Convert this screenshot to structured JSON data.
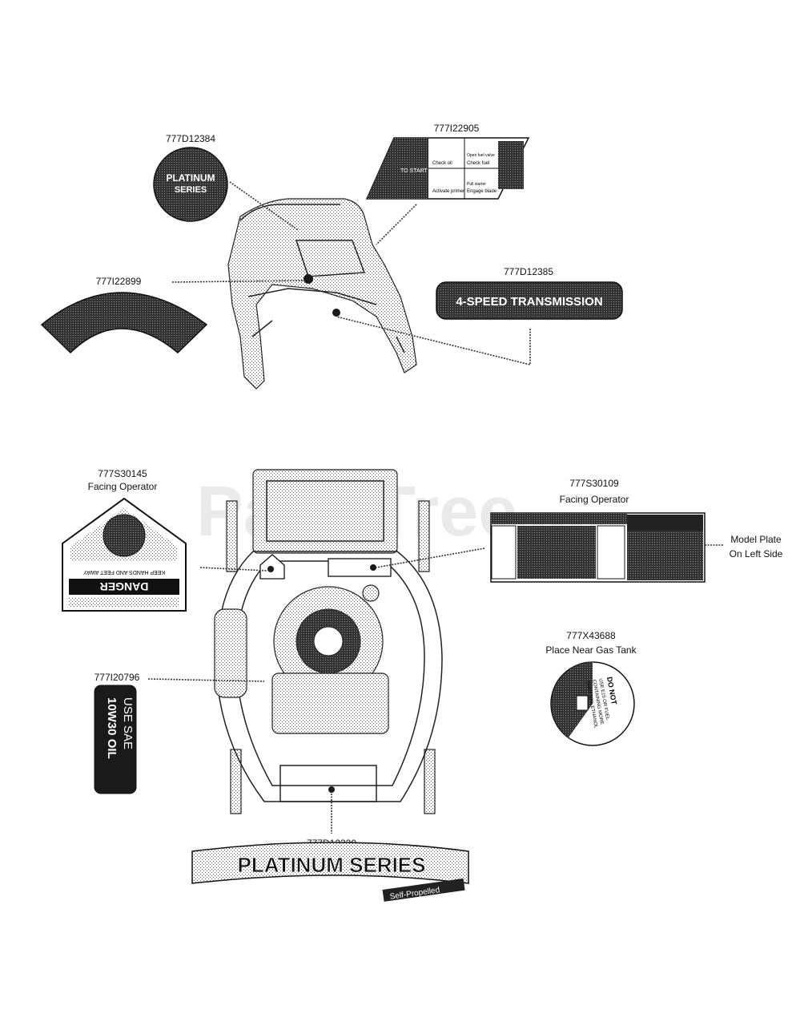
{
  "watermark": "PartsTree",
  "callouts": {
    "platinum_badge": "777D12384",
    "control_panel": "777I22905",
    "transmission": "777D12385",
    "arc_decal": "777I22899",
    "danger_hands": "777S30145",
    "danger_hands_note": "Facing Operator",
    "warning_panel": "777S30109",
    "warning_panel_note": "Facing Operator",
    "model_plate_line1": "Model Plate",
    "model_plate_line2": "On Left Side",
    "oil_label": "777I20796",
    "gas_label": "777X43688",
    "gas_label_note": "Place Near Gas Tank",
    "bottom_decal": "777D12320"
  },
  "decals": {
    "platinum_line1": "PLATINUM",
    "platinum_line2": "SERIES",
    "transmission_text": "4-SPEED TRANSMISSION",
    "bottom_line1": "PLATINUM SERIES",
    "bottom_line2": "Self-Propelled",
    "danger_word": "DANGER",
    "danger_sub": "KEEP HANDS AND FEET AWAY",
    "oil_line1": "USE SAE",
    "oil_line2": "10W30 OIL",
    "gas_line1": "DO NOT",
    "gas_line2": "USE E15 OR FUEL",
    "gas_line3": "CONTAINING MORE",
    "gas_line4": "THAN 10% ETHANOL",
    "control_start": "TO START",
    "control_step1": "Check oil",
    "control_step2": "Check fuel",
    "control_step3": "Open fuel valve",
    "control_step4": "Activate primer",
    "control_step5": "Engage blade",
    "control_step6": "Pull starter"
  }
}
